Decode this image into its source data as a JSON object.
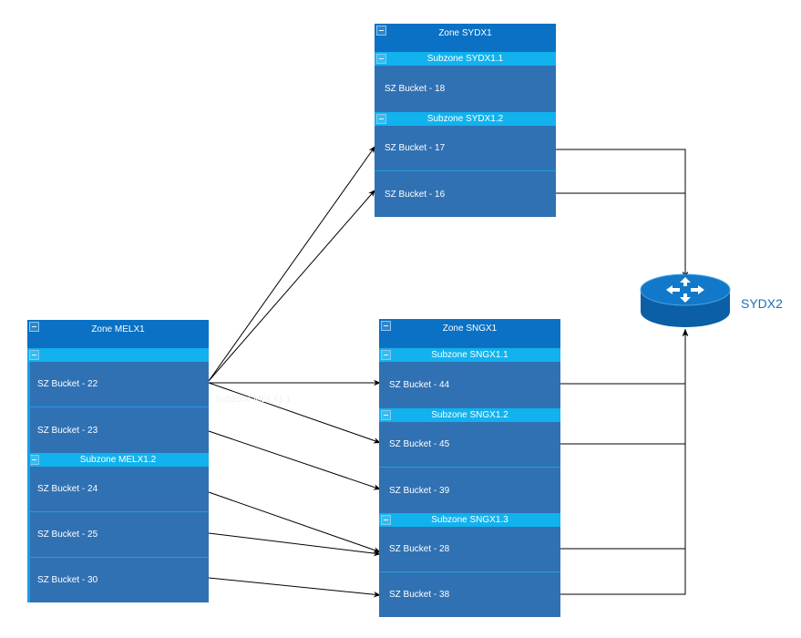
{
  "zones": {
    "sydx1": {
      "title": "Zone SYDX1",
      "subzones": [
        {
          "title": "Subzone SYDX1.1",
          "buckets": [
            "SZ Bucket - 18"
          ]
        },
        {
          "title": "Subzone SYDX1.2",
          "buckets": [
            "SZ Bucket - 17",
            "SZ Bucket - 16"
          ]
        }
      ]
    },
    "melx1": {
      "title": "Zone MELX1",
      "subzones": [
        {
          "title": "Subzone MELX1.1",
          "buckets": [
            "SZ Bucket - 22",
            "SZ Bucket - 23"
          ]
        },
        {
          "title": "Subzone MELX1.2",
          "buckets": [
            "SZ Bucket - 24",
            "SZ Bucket - 25",
            "SZ Bucket - 30"
          ]
        }
      ]
    },
    "sngx1": {
      "title": "Zone SNGX1",
      "subzones": [
        {
          "title": "Subzone SNGX1.1",
          "buckets": [
            "SZ Bucket - 44"
          ]
        },
        {
          "title": "Subzone SNGX1.2",
          "buckets": [
            "SZ Bucket - 45",
            "SZ Bucket - 39"
          ]
        },
        {
          "title": "Subzone SNGX1.3",
          "buckets": [
            "SZ Bucket - 28",
            "SZ Bucket - 38"
          ]
        }
      ]
    }
  },
  "router": {
    "label": "SYDX2",
    "icon": "router-icon"
  },
  "colors": {
    "zone_header": "#0a71c4",
    "subzone_header": "#11b2ee",
    "bucket": "#3071b3",
    "edge": "#000000"
  }
}
